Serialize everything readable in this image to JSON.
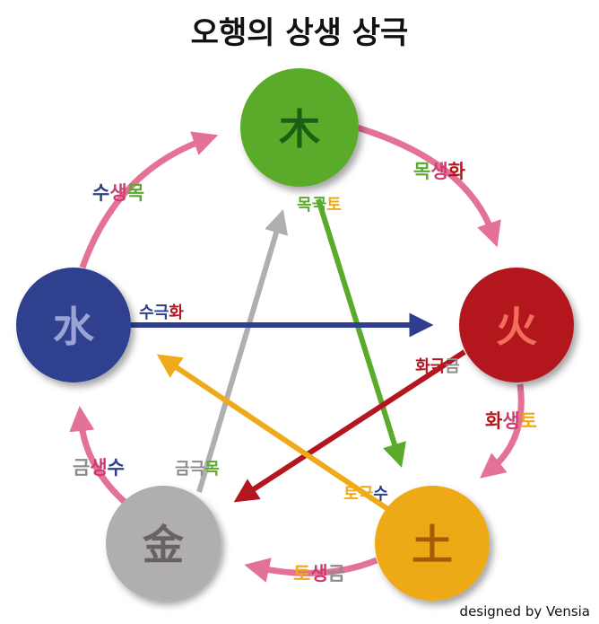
{
  "title": "오행의 상생 상극",
  "credit": "designed by Vensia",
  "colors": {
    "wood": "#5aab2c",
    "fire": "#b3161e",
    "earth": "#eeaa19",
    "metal": "#b0aeb1",
    "water": "#2f3f8e",
    "cycle": "#e47196"
  },
  "elements": {
    "wood": {
      "char": "木"
    },
    "fire": {
      "char": "火"
    },
    "earth": {
      "char": "土"
    },
    "metal": {
      "char": "金"
    },
    "water": {
      "char": "水"
    }
  },
  "generating": {
    "wood_fire": [
      "목",
      "생",
      "화"
    ],
    "fire_earth": [
      "화",
      "생",
      "토"
    ],
    "earth_metal": [
      "토",
      "생",
      "금"
    ],
    "metal_water": [
      "금",
      "생",
      "수"
    ],
    "water_wood": [
      "수",
      "생",
      "목"
    ]
  },
  "controlling": {
    "wood_earth": [
      "목",
      "극",
      "토"
    ],
    "earth_water": [
      "토",
      "극",
      "수"
    ],
    "water_fire": [
      "수",
      "극",
      "화"
    ],
    "fire_metal": [
      "화",
      "극",
      "금"
    ],
    "metal_wood": [
      "금",
      "극",
      "목"
    ]
  }
}
